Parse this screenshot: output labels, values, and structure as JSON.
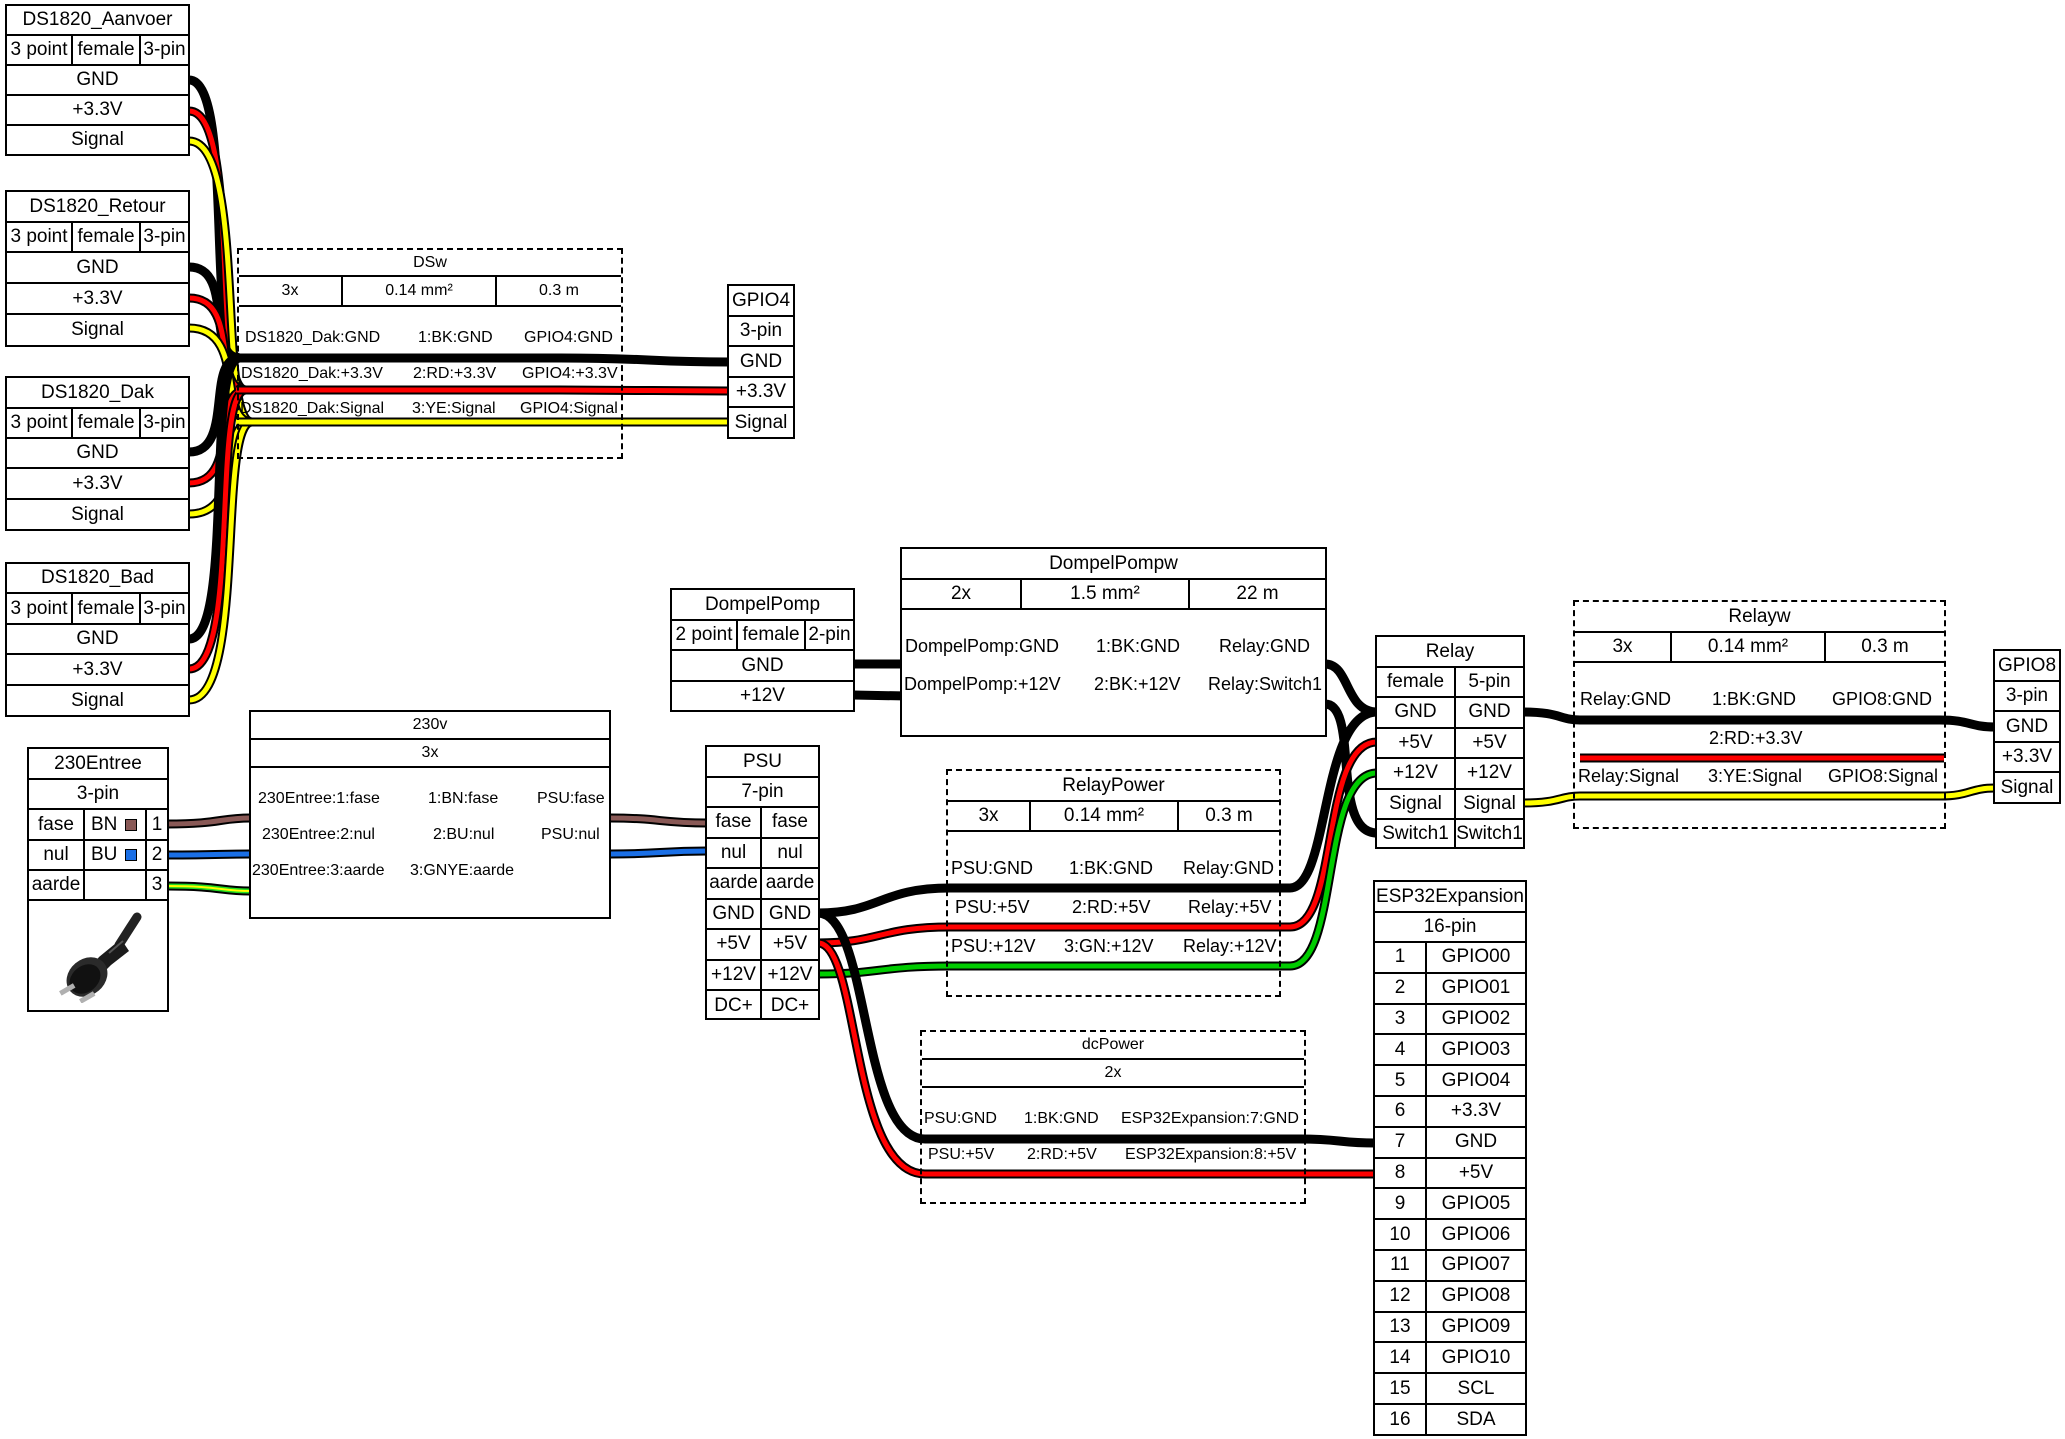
{
  "connectors": {
    "aanvoer": {
      "name": "DS1820_Aanvoer",
      "attrs": [
        "3 point",
        "female",
        "3-pin"
      ],
      "pins": [
        "GND",
        "+3.3V",
        "Signal"
      ]
    },
    "retour": {
      "name": "DS1820_Retour",
      "attrs": [
        "3 point",
        "female",
        "3-pin"
      ],
      "pins": [
        "GND",
        "+3.3V",
        "Signal"
      ]
    },
    "dak": {
      "name": "DS1820_Dak",
      "attrs": [
        "3 point",
        "female",
        "3-pin"
      ],
      "pins": [
        "GND",
        "+3.3V",
        "Signal"
      ]
    },
    "bad": {
      "name": "DS1820_Bad",
      "attrs": [
        "3 point",
        "female",
        "3-pin"
      ],
      "pins": [
        "GND",
        "+3.3V",
        "Signal"
      ]
    },
    "gpio4": {
      "name": "GPIO4",
      "attrs": [
        "3-pin"
      ],
      "pins": [
        "GND",
        "+3.3V",
        "Signal"
      ]
    },
    "dompelpomp": {
      "name": "DompelPomp",
      "attrs": [
        "2 point",
        "female",
        "2-pin"
      ],
      "pins": [
        "GND",
        "+12V"
      ]
    },
    "entree": {
      "name": "230Entree",
      "attrs": [
        "3-pin"
      ],
      "rows": [
        {
          "label": "fase",
          "color": "BN",
          "num": "1"
        },
        {
          "label": "nul",
          "color": "BU",
          "num": "2"
        },
        {
          "label": "aarde",
          "color": "",
          "num": "3"
        }
      ]
    },
    "psu": {
      "name": "PSU",
      "attrs": [
        "7-pin"
      ],
      "rows": [
        [
          "fase",
          "fase"
        ],
        [
          "nul",
          "nul"
        ],
        [
          "aarde",
          "aarde"
        ],
        [
          "GND",
          "GND"
        ],
        [
          "+5V",
          "+5V"
        ],
        [
          "+12V",
          "+12V"
        ],
        [
          "DC+",
          "DC+"
        ]
      ]
    },
    "relay": {
      "name": "Relay",
      "attrs": [
        "female",
        "5-pin"
      ],
      "rows": [
        [
          "GND",
          "GND"
        ],
        [
          "+5V",
          "+5V"
        ],
        [
          "+12V",
          "+12V"
        ],
        [
          "Signal",
          "Signal"
        ],
        [
          "Switch1",
          "Switch1"
        ]
      ]
    },
    "gpio8": {
      "name": "GPIO8",
      "attrs": [
        "3-pin"
      ],
      "pins": [
        "GND",
        "+3.3V",
        "Signal"
      ]
    },
    "esp32": {
      "name": "ESP32Expansion",
      "attrs": [
        "16-pin"
      ],
      "rows": [
        [
          "1",
          "GPIO00"
        ],
        [
          "2",
          "GPIO01"
        ],
        [
          "3",
          "GPIO02"
        ],
        [
          "4",
          "GPIO03"
        ],
        [
          "5",
          "GPIO04"
        ],
        [
          "6",
          "+3.3V"
        ],
        [
          "7",
          "GND"
        ],
        [
          "8",
          "+5V"
        ],
        [
          "9",
          "GPIO05"
        ],
        [
          "10",
          "GPIO06"
        ],
        [
          "11",
          "GPIO07"
        ],
        [
          "12",
          "GPIO08"
        ],
        [
          "13",
          "GPIO09"
        ],
        [
          "14",
          "GPIO10"
        ],
        [
          "15",
          "SCL"
        ],
        [
          "16",
          "SDA"
        ]
      ]
    }
  },
  "cables": {
    "dsw": {
      "name": "DSw",
      "attrs": [
        "3x",
        "0.14 mm²",
        "0.3 m"
      ],
      "rows": [
        [
          "DS1820_Dak:GND",
          "1:BK:GND",
          "GPIO4:GND"
        ],
        [
          "DS1820_Dak:+3.3V",
          "2:RD:+3.3V",
          "GPIO4:+3.3V"
        ],
        [
          "DS1820_Dak:Signal",
          "3:YE:Signal",
          "GPIO4:Signal"
        ]
      ]
    },
    "dompelpompw": {
      "name": "DompelPompw",
      "attrs": [
        "2x",
        "1.5 mm²",
        "22 m"
      ],
      "rows": [
        [
          "DompelPomp:GND",
          "1:BK:GND",
          "Relay:GND"
        ],
        [
          "DompelPomp:+12V",
          "2:BK:+12V",
          "Relay:Switch1"
        ]
      ]
    },
    "relayw": {
      "name": "Relayw",
      "attrs": [
        "3x",
        "0.14 mm²",
        "0.3 m"
      ],
      "rows": [
        [
          "Relay:GND",
          "1:BK:GND",
          "GPIO8:GND"
        ],
        [
          "",
          "2:RD:+3.3V",
          ""
        ],
        [
          "Relay:Signal",
          "3:YE:Signal",
          "GPIO8:Signal"
        ]
      ]
    },
    "w230": {
      "name": "230v",
      "attrs": [
        "3x"
      ],
      "rows": [
        [
          "230Entree:1:fase",
          "1:BN:fase",
          "PSU:fase"
        ],
        [
          "230Entree:2:nul",
          "2:BU:nul",
          "PSU:nul"
        ],
        [
          "230Entree:3:aarde",
          "3:GNYE:aarde",
          ""
        ]
      ]
    },
    "relaypower": {
      "name": "RelayPower",
      "attrs": [
        "3x",
        "0.14 mm²",
        "0.3 m"
      ],
      "rows": [
        [
          "PSU:GND",
          "1:BK:GND",
          "Relay:GND"
        ],
        [
          "PSU:+5V",
          "2:RD:+5V",
          "Relay:+5V"
        ],
        [
          "PSU:+12V",
          "3:GN:+12V",
          "Relay:+12V"
        ]
      ]
    },
    "dcpower": {
      "name": "dcPower",
      "attrs": [
        "2x"
      ],
      "rows": [
        [
          "PSU:GND",
          "1:BK:GND",
          "ESP32Expansion:7:GND"
        ],
        [
          "PSU:+5V",
          "2:RD:+5V",
          "ESP32Expansion:8:+5V"
        ]
      ]
    }
  },
  "colors": {
    "BK": "#000000",
    "RD": "#ff0000",
    "YE": "#ffff00",
    "BN": "#895956",
    "BU": "#1a6fe6",
    "GN": "#00cc00",
    "GNYE_green": "#22dd22",
    "GNYE_yellow": "#ffff00",
    "background": "#ffffff"
  },
  "plug_icon": "schuko-plug-icon"
}
